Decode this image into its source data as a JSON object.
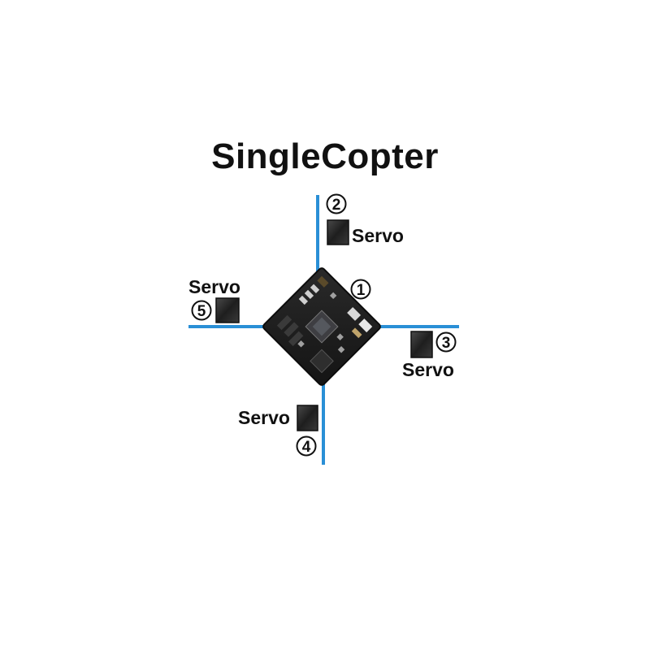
{
  "title": "SingleCopter",
  "colors": {
    "arm_line": "#2a8fd6",
    "board": "#1c1c1c",
    "servo_box": "#2b2b2b",
    "text": "#111111"
  },
  "controller": {
    "number": "1",
    "icon": "flight-controller-board"
  },
  "servos": [
    {
      "number": "2",
      "label": "Servo"
    },
    {
      "number": "3",
      "label": "Servo"
    },
    {
      "number": "4",
      "label": "Servo"
    },
    {
      "number": "5",
      "label": "Servo"
    }
  ]
}
